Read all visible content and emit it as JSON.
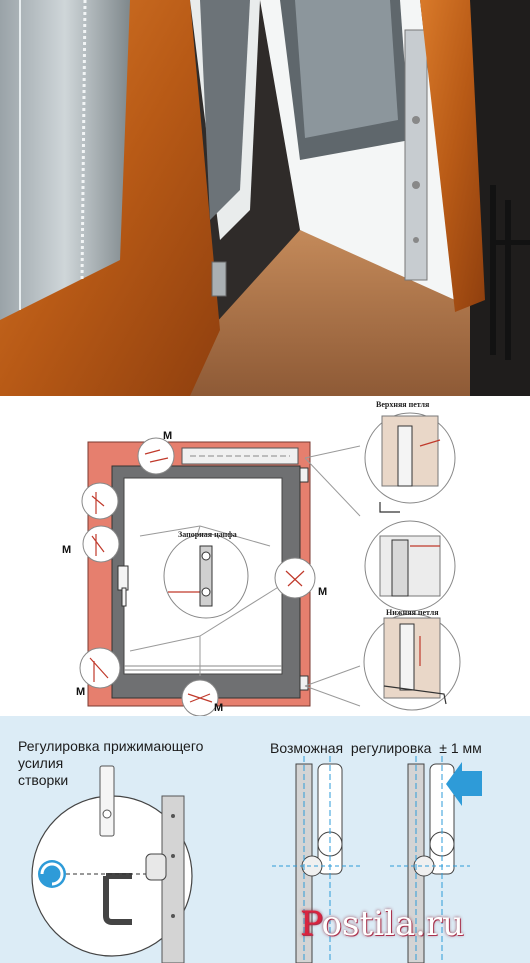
{
  "diagram": {
    "label_top_hinge": "Верхняя петля",
    "label_bottom_hinge": "Нижняя петля",
    "label_locking_pin": "Запорная цапфа",
    "m_marks": [
      "M",
      "M",
      "M",
      "M",
      "M"
    ]
  },
  "adjustment": {
    "pressure_title_line1": "Регулировка прижимающего",
    "pressure_title_line2": "усилия",
    "pressure_title_line3": "створки",
    "possible_adjustment": "Возможная  регулировка  ± 1 мм"
  },
  "watermark": {
    "text": "ostila.ru",
    "glyph": "P"
  },
  "colors": {
    "frame_wood": "#c0641e",
    "wall_pink": "#e67f6e",
    "frame_gray": "#6f7072",
    "arrow_blue": "#2e9bd8",
    "panel_blue": "#dcecf6",
    "watermark_red": "#d9233f"
  }
}
